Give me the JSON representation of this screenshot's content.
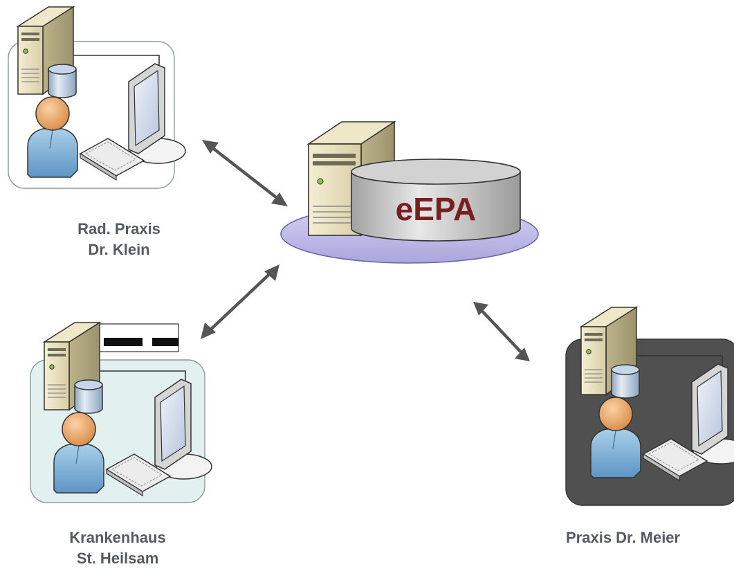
{
  "central": {
    "name": "eEPA"
  },
  "sites": [
    {
      "id": "radiology",
      "lines": [
        "Rad. Praxis",
        "Dr. Klein"
      ]
    },
    {
      "id": "hospital",
      "lines": [
        "Krankenhaus",
        "St. Heilsam"
      ]
    },
    {
      "id": "practice",
      "lines": [
        "Praxis Dr. Meier"
      ]
    }
  ],
  "colors": {
    "label_text": "#555a60",
    "central_text": "#7b1e1e",
    "platform": "#c9c6ee",
    "arrow": "#555555",
    "frame_light": "#ffffff",
    "frame_hospital": "#e2f0f0",
    "frame_dark": "#505050"
  }
}
